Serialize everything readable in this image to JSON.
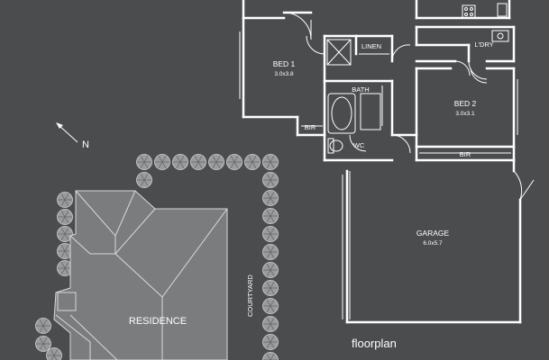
{
  "labels": {
    "bed1": "BED 1",
    "bed1_size": "3.0x3.8",
    "linen": "LINEN",
    "bath": "BATH",
    "bir1": "BIR",
    "wc": "WC",
    "laundry": "L'DRY",
    "bed2": "BED 2",
    "bed2_size": "3.0x3.1",
    "bir2": "BIR",
    "garage": "GARAGE",
    "garage_size": "6.0x5.7",
    "courtyard": "COURTYARD",
    "residence": "RESIDENCE",
    "north": "N",
    "title": "floorplan"
  },
  "colors": {
    "background": "#4b4c4e",
    "walls": "#ffffff",
    "roof": "#7b7c7e",
    "roof_lines": "#d9d9d9",
    "shrubs": "#9a9b9d"
  },
  "icons": [
    "north-arrow-icon",
    "shrub-icon",
    "bathtub-icon",
    "toilet-icon",
    "shower-icon",
    "door-swing-icon"
  ]
}
